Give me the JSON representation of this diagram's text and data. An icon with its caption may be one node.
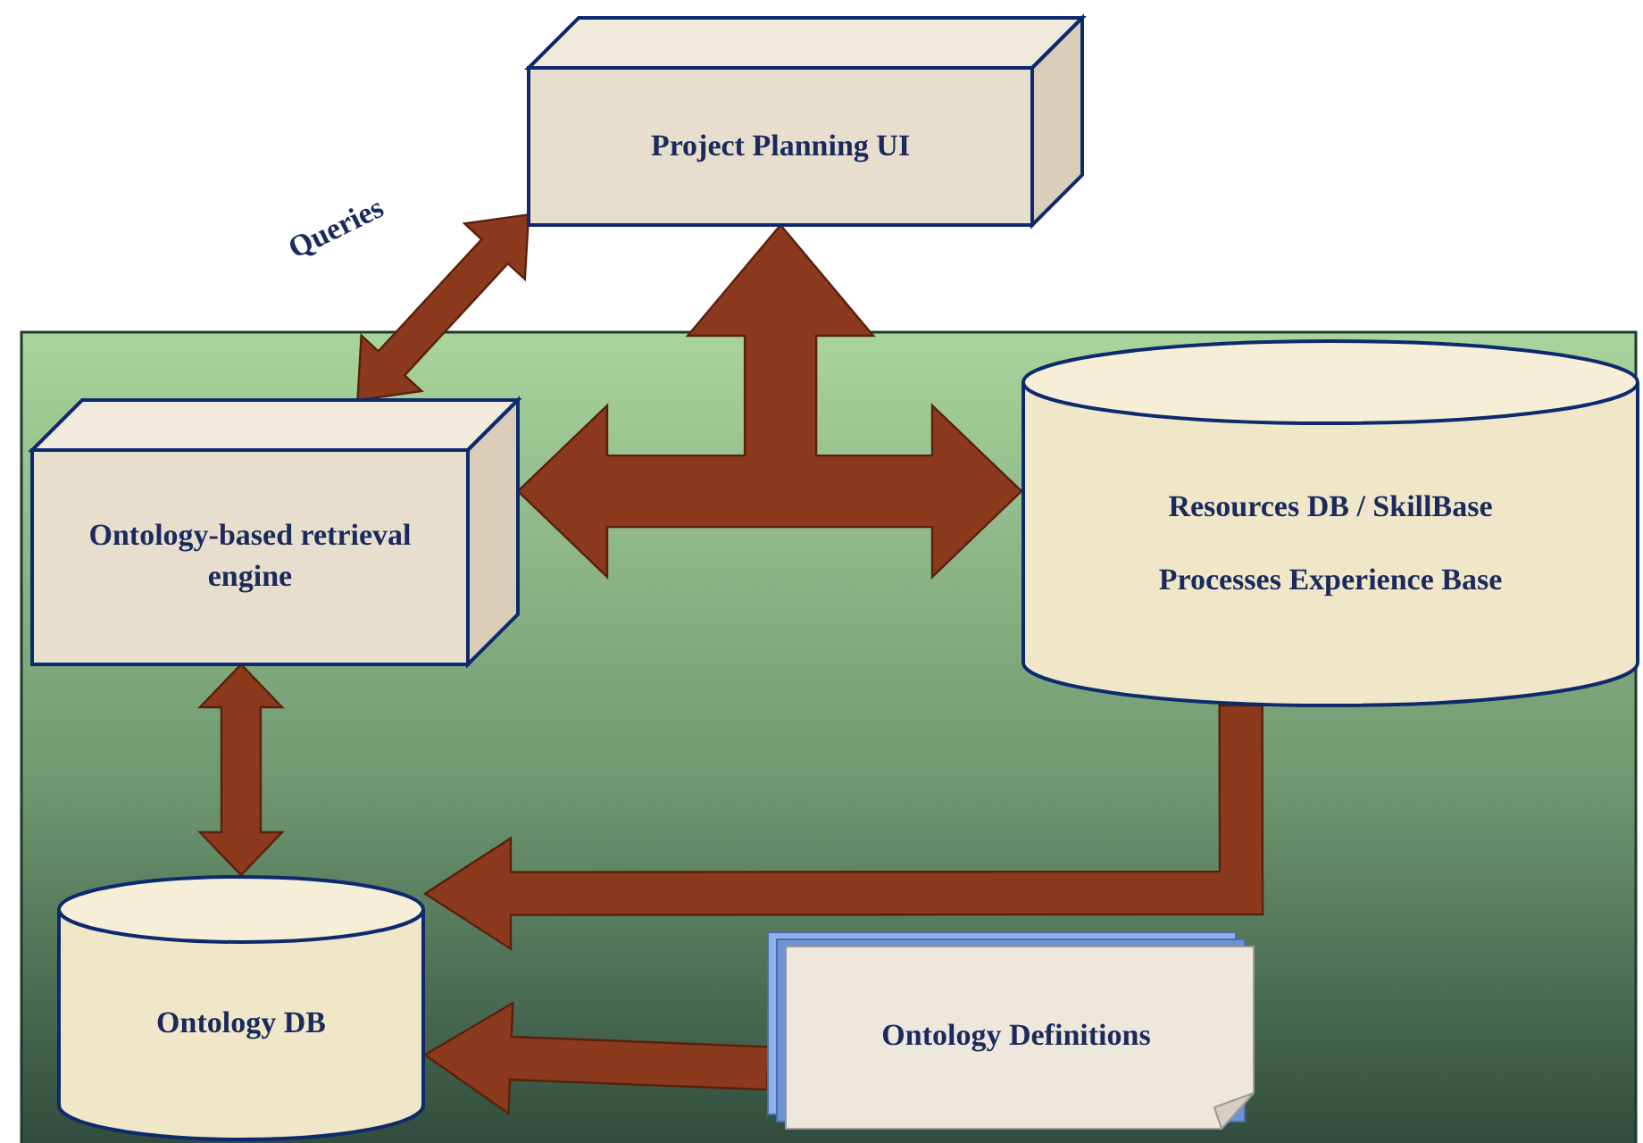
{
  "diagram": {
    "nodes": [
      {
        "text": [
          "Project Planning UI"
        ]
      },
      {
        "text": [
          "Ontology-based retrieval engine"
        ]
      },
      {
        "text": [
          "Resources DB / SkillBase",
          "Processes Experience Base"
        ]
      },
      {
        "text": [
          "Ontology DB"
        ]
      },
      {
        "text": [
          "Ontology Definitions"
        ]
      }
    ],
    "edges": [
      {
        "from": 1,
        "to": 0,
        "arrow": "both",
        "label": "Queries"
      },
      {
        "from": 1,
        "to": 2,
        "arrow": "both"
      },
      {
        "from": 0,
        "to": 1,
        "arrow": "both"
      },
      {
        "from": 0,
        "to": 2,
        "arrow": "both"
      },
      {
        "from": 3,
        "to": 1,
        "arrow": "both"
      },
      {
        "from": 2,
        "to": 3,
        "arrow": "to"
      },
      {
        "from": 4,
        "to": 3,
        "arrow": "to"
      }
    ]
  }
}
